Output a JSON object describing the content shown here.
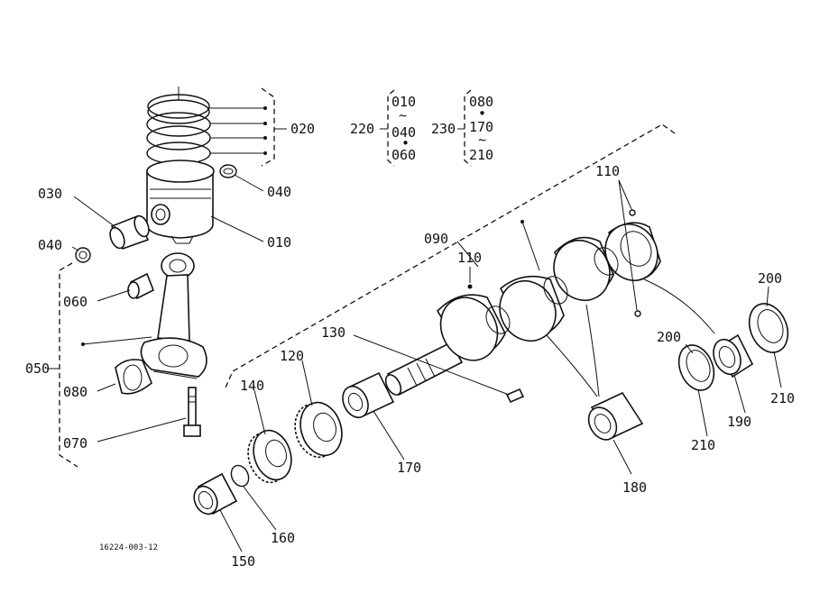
{
  "figure_code": "16224-003-12",
  "labels": {
    "l010": "010",
    "l020": "020",
    "l030": "030",
    "l040a": "040",
    "l040b": "040",
    "l050": "050",
    "l060": "060",
    "l070": "070",
    "l080": "080",
    "l090": "090",
    "l110a": "110",
    "l110b": "110",
    "l120": "120",
    "l130": "130",
    "l140": "140",
    "l150": "150",
    "l160": "160",
    "l170": "170",
    "l180": "180",
    "l190": "190",
    "l200a": "200",
    "l200b": "200",
    "l210a": "210",
    "l210b": "210"
  },
  "groups": {
    "g220": {
      "label": "220",
      "top": "010",
      "range": "~",
      "mid": "040",
      "dot": "•",
      "bottom": "060"
    },
    "g230": {
      "label": "230",
      "top": "080",
      "dot": "•",
      "mid": "170",
      "range": "~",
      "bottom": "210"
    }
  }
}
